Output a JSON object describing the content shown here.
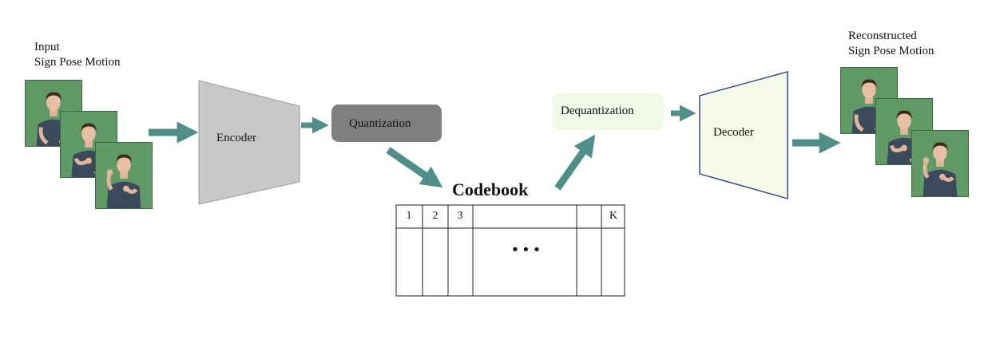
{
  "input_label": {
    "line1": "Input",
    "line2": "Sign Pose Motion"
  },
  "output_label": {
    "line1": "Reconstructed",
    "line2": "Sign Pose Motion"
  },
  "encoder_label": "Encoder",
  "quantization_label": "Quantization",
  "dequantization_label": "Dequantization",
  "decoder_label": "Decoder",
  "codebook": {
    "title": "Codebook",
    "indices": [
      "1",
      "2",
      "3",
      "K"
    ],
    "ellipsis": "•••"
  },
  "colors": {
    "arrow": "#4f8f89",
    "encoder_fill": "#c8c8c8",
    "quantization_fill": "#808080",
    "dequantization_fill": "#f0f9e6",
    "decoder_fill": "#f5fbe8",
    "decoder_stroke": "#2b3a8c",
    "frame_bg": "#5f9a66"
  }
}
